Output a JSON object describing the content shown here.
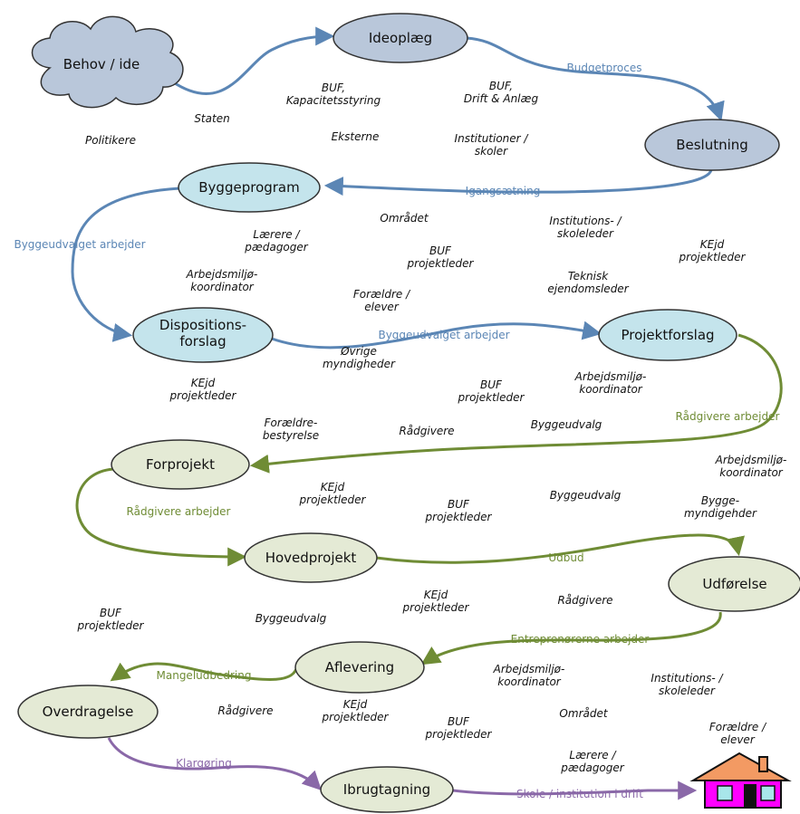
{
  "colors": {
    "blue_edge": "#5b86b5",
    "green_edge": "#6f8c35",
    "purple_edge": "#8a68a8",
    "blue_node_fill": "#b9c7da",
    "cyan_node_fill": "#c4e4ec",
    "green_node_fill": "#e4ead5",
    "node_stroke": "#333333"
  },
  "nodes": {
    "behov": "Behov / ide",
    "ideoplaeg": "Ideoplæg",
    "beslutning": "Beslutning",
    "byggeprogram": "Byggeprogram",
    "dispositions_1": "Dispositions-",
    "dispositions_2": "forslag",
    "projektforslag": "Projektforslag",
    "forprojekt": "Forprojekt",
    "hovedprojekt": "Hovedprojekt",
    "udforelse": "Udførelse",
    "aflevering": "Aflevering",
    "overdragelse": "Overdragelse",
    "ibrugtagning": "Ibrugtagning"
  },
  "edges": {
    "budgetproces": "Budgetproces",
    "igangsaetning": "Igangsætning",
    "byggeudvalget_left": "Byggeudvalget arbejder",
    "byggeudvalget_mid": "Byggeudvalget arbejder",
    "raadgivere_right": "Rådgivere arbejder",
    "raadgivere_left": "Rådgivere arbejder",
    "udbud": "Udbud",
    "entreprenoererne": "Entreprenørerne arbejder",
    "mangeludbedring": "Mangeludbedring",
    "klargoering": "Klargøring",
    "skole_drift": "Skole / institution i drift"
  },
  "actors": {
    "a01": "BUF,\nKapacitetsstyring",
    "a02": "BUF,\nDrift & Anlæg",
    "a03": "Staten",
    "a04": "Politikere",
    "a05": "Eksterne",
    "a06": "Institutioner /\nskoler",
    "a07": "Området",
    "a08": "Institutions- /\nskoleleder",
    "a09": "Lærere /\npædagoger",
    "a10": "KEjd\nprojektleder",
    "a11": "BUF\nprojektleder",
    "a12": "Arbejdsmiljø-\nkoordinator",
    "a13": "Teknisk\nejendomsleder",
    "a14": "Forældre /\nelever",
    "a15": "KEjd\nprojektleder",
    "a16": "Øvrige\nmyndigheder",
    "a17": "BUF\nprojektleder",
    "a18": "Arbejdsmiljø-\nkoordinator",
    "a19": "Forældre-\nbestyrelse",
    "a20": "Rådgivere",
    "a21": "Byggeudvalg",
    "a22": "Arbejdsmiljø-\nkoordinator",
    "a23": "KEjd\nprojektleder",
    "a24": "BUF\nprojektleder",
    "a25": "Byggeudvalg",
    "a26": "Bygge-\nmyndigehder",
    "a27": "BUF\nprojektleder",
    "a28": "KEjd\nprojektleder",
    "a29": "Rådgivere",
    "a30": "Byggeudvalg",
    "a31": "Arbejdsmiljø-\nkoordinator",
    "a32": "Institutions- /\nskoleleder",
    "a33": "Rådgivere",
    "a34": "KEjd\nprojektleder",
    "a35": "BUF\nprojektleder",
    "a36": "Området",
    "a37": "Forældre /\nelever",
    "a38": "Lærere /\npædagoger"
  }
}
